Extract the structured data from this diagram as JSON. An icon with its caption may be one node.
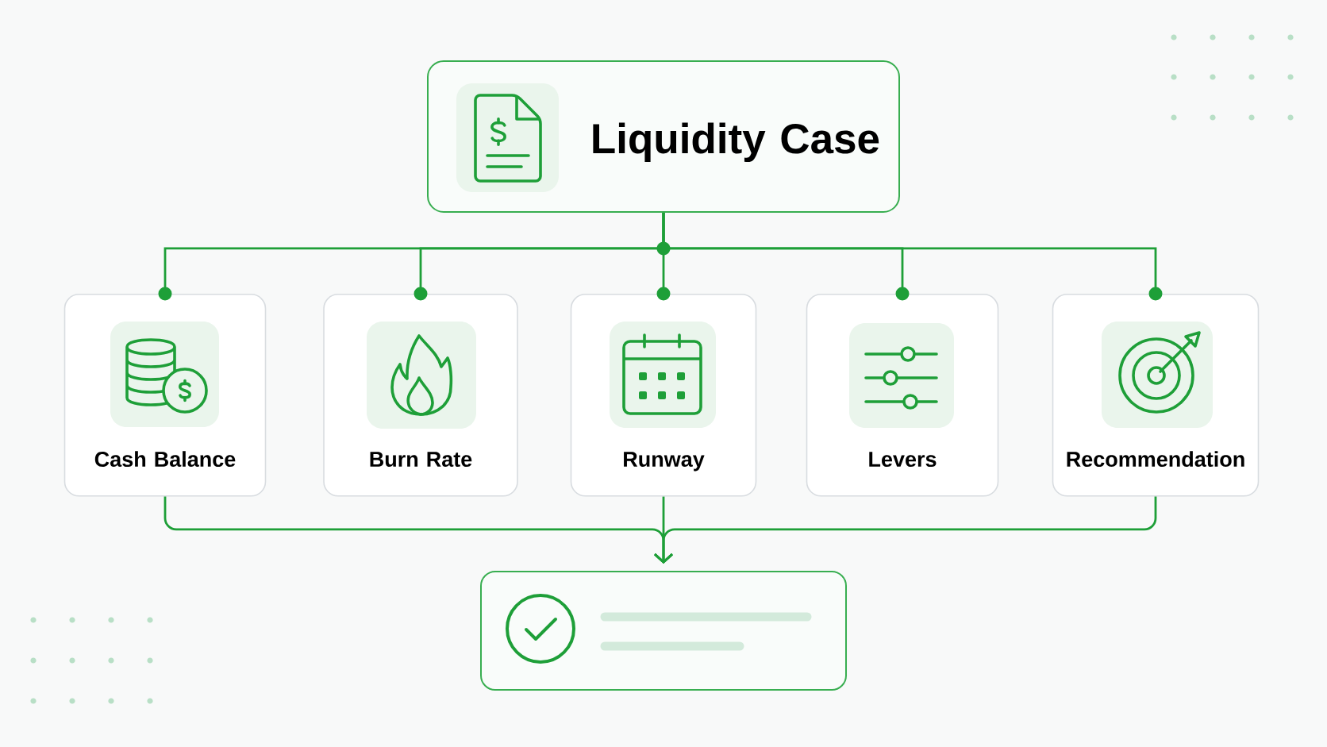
{
  "diagram": {
    "nodes": [
      {
        "text": [
          "Liquidity Case"
        ]
      },
      {
        "text": [
          "Cash Balance"
        ]
      },
      {
        "text": [
          "Burn Rate"
        ]
      },
      {
        "text": [
          "Runway"
        ]
      },
      {
        "text": [
          "Levers"
        ]
      },
      {
        "text": [
          "Recommendation"
        ]
      },
      {
        "text": [],
        "shape": "box"
      }
    ],
    "edges": [
      {
        "from": 0,
        "to": 1,
        "arrow": "other"
      },
      {
        "from": 0,
        "to": 2,
        "arrow": "other"
      },
      {
        "from": 0,
        "to": 3,
        "arrow": "other"
      },
      {
        "from": 0,
        "to": 4,
        "arrow": "other"
      },
      {
        "from": 0,
        "to": 5,
        "arrow": "other"
      },
      {
        "from": 1,
        "to": 6,
        "arrow": "to"
      },
      {
        "from": 3,
        "to": 6,
        "arrow": "to"
      },
      {
        "from": 5,
        "to": 6,
        "arrow": "to"
      }
    ]
  }
}
